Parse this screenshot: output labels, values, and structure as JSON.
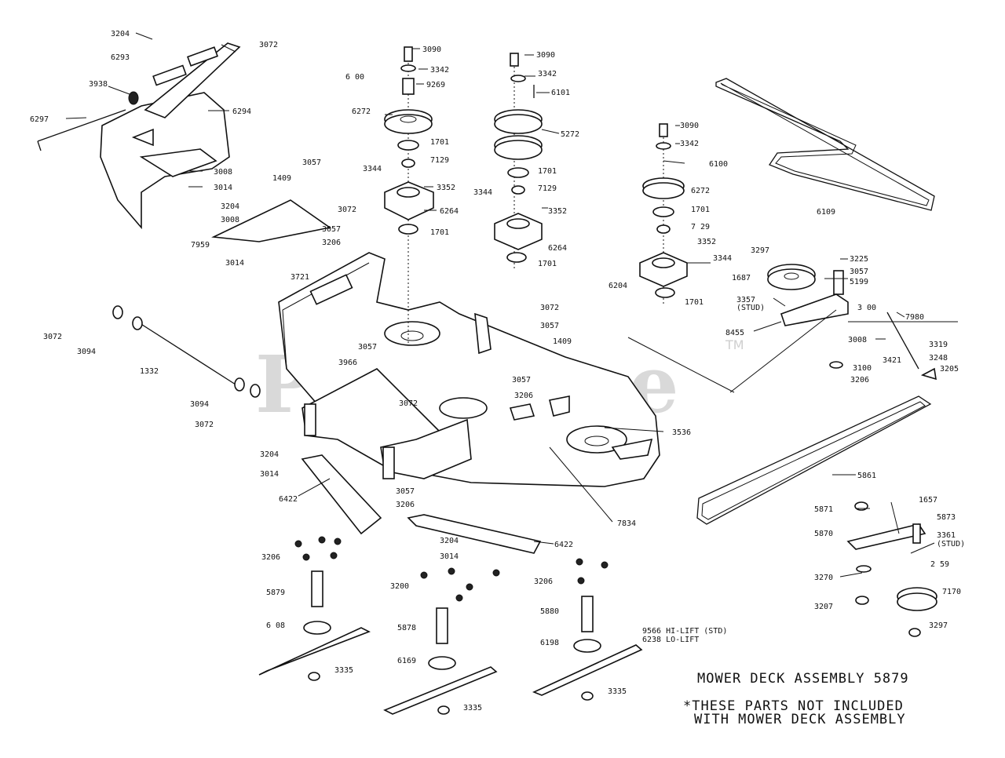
{
  "watermark": {
    "text": "PartsTree",
    "tm": "TM"
  },
  "title": {
    "line1": "MOWER DECK ASSEMBLY   5879"
  },
  "note": {
    "line1": "*THESE PARTS NOT INCLUDED",
    "line2": "WITH MOWER DECK ASSEMBLY"
  },
  "parts": {
    "p3204a": "3204",
    "p6293": "6293",
    "p3072a": "3072",
    "p3938": "3938",
    "p6297": "6297",
    "p6294": "6294",
    "p3008a": "3008",
    "p3014a": "3014",
    "p3090a": "3090",
    "p6100": "6 00",
    "p3342a": "3342",
    "p9269": "9269",
    "p6272a": "6272",
    "p1701a": "1701",
    "p7129a": "7129",
    "p3344a": "3344",
    "p3352a": "3352",
    "p6264a": "6264",
    "p1701b": "1701",
    "p3090b": "3090",
    "p3342b": "3342",
    "p6101": "6101",
    "p5272": "5272",
    "p1701c": "1701",
    "p7129b": "7129",
    "p3344b": "3344",
    "p3352b": "3352",
    "p6264b": "6264",
    "p1701d": "1701",
    "p3090c": "3090",
    "p3342c": "3342",
    "p6100b": "6100",
    "p6272b": "6272",
    "p1701e": "1701",
    "p7129c": "7 29",
    "p3352c": "3352",
    "p3344c": "3344",
    "p6204": "6204",
    "p1701f": "1701",
    "p6109": "6109",
    "p3057a": "3057",
    "p1409a": "1409",
    "p3072b": "3072",
    "p3204b": "3204",
    "p3008b": "3008",
    "p3057b": "3057",
    "p3206a": "3206",
    "p7959": "7959",
    "p3014b": "3014",
    "p3721": "3721",
    "p3072c": "3072",
    "p3094a": "3094",
    "p1332": "1332",
    "p3094b": "3094",
    "p3072d": "3072",
    "p3297a": "3297",
    "p3225": "3225",
    "p3057c": "3057",
    "p1687": "1687",
    "p5199": "5199",
    "p3357": "3357",
    "p3357s": "(STUD)",
    "p3100a": "3 00",
    "p7980": "7980",
    "p8455": "8455",
    "p3008c": "3008",
    "p3319": "3319",
    "p3421": "3421",
    "p3248": "3248",
    "p3205": "3205",
    "p3100b": "3100",
    "p3206b": "3206",
    "p3072e": "3072",
    "p3057d": "3057",
    "p1409b": "1409",
    "p3057e": "3057",
    "p3966": "3966",
    "p3057f": "3057",
    "p3206c": "3206",
    "p3072f": "3072",
    "p3536": "3536",
    "p5861": "5861",
    "p3204c": "3204",
    "p3014c": "3014",
    "p6422a": "6422",
    "p3057g": "3057",
    "p3206d": "3206",
    "p7834": "7834",
    "p6422b": "6422",
    "p3204d": "3204",
    "p3014d": "3014",
    "p3206e": "3206",
    "p5879": "5879",
    "p6108": "6 08",
    "p3335a": "3335",
    "p3200": "3200",
    "p5878": "5878",
    "p6169": "6169",
    "p3335b": "3335",
    "p3206f": "3206",
    "p5880": "5880",
    "p6198": "6198",
    "p9566": "9566 HI-LIFT (STD)",
    "p6238": "6238 LO-LIFT",
    "p3335c": "3335",
    "p5871": "5871",
    "p1657": "1657",
    "p5870": "5870",
    "p5873": "5873",
    "p3361": "3361",
    "p3361s": "(STUD)",
    "p3270": "3270",
    "p2159": "2 59",
    "p3207": "3207",
    "p7170": "7170",
    "p3297b": "3297"
  }
}
